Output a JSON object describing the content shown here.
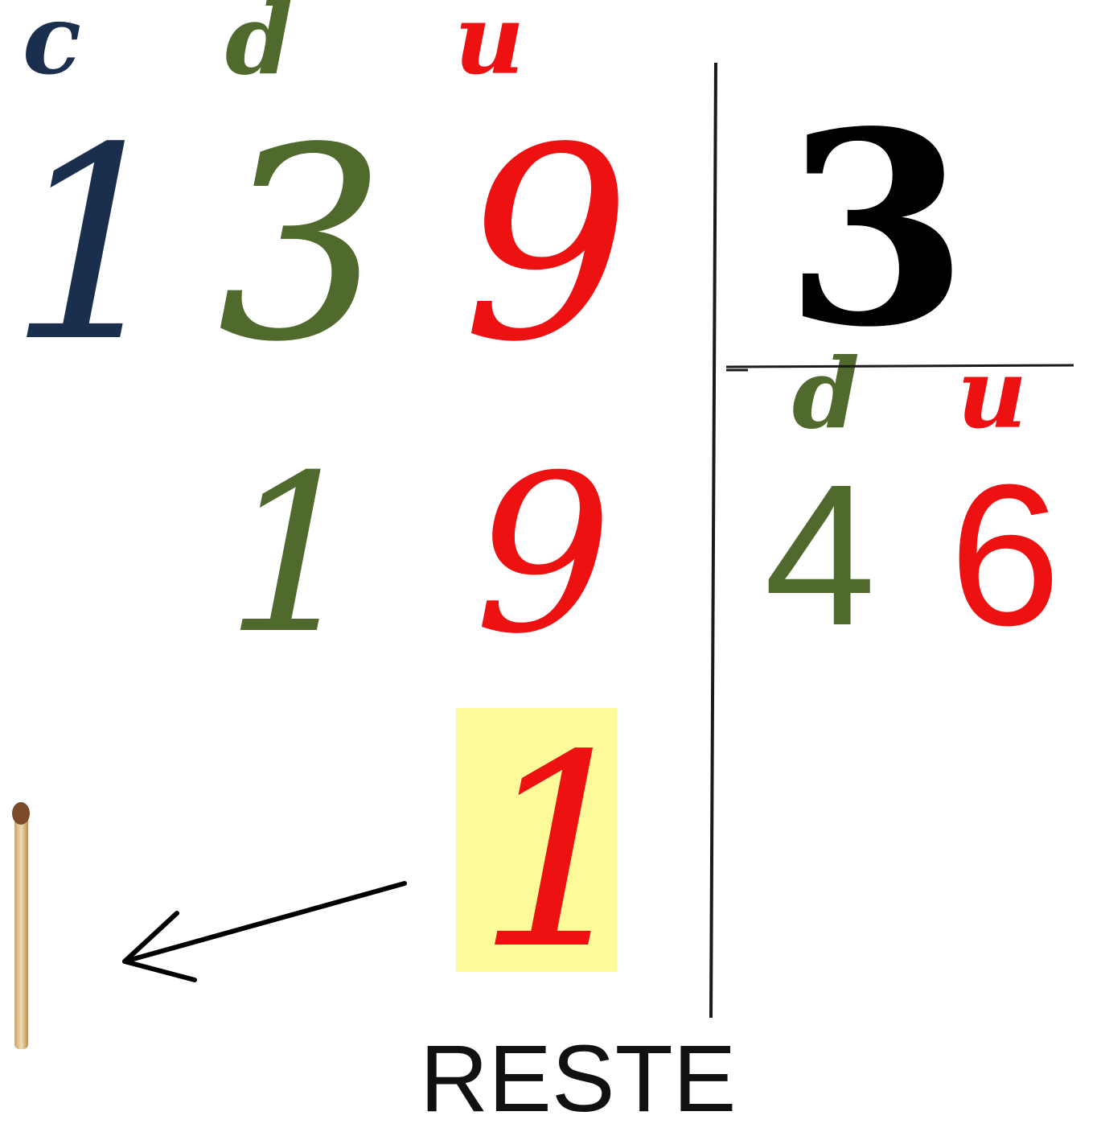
{
  "colors": {
    "centaines": "#1a2e4e",
    "dizaines": "#4f6a2c",
    "unites": "#ee1111",
    "divisor": "#000000",
    "reste_highlight": "#fdfa99",
    "lines": "#1a1a1a"
  },
  "dividend": {
    "labels": {
      "c": "c",
      "d": "d",
      "u": "u"
    },
    "digits": {
      "c": "1",
      "d": "3",
      "u": "9"
    }
  },
  "divisor": "3",
  "quotient": {
    "labels": {
      "d": "d",
      "u": "u"
    },
    "digits": {
      "d": "4",
      "u": "6"
    }
  },
  "partial": {
    "d": "1",
    "u": "9"
  },
  "remainder": {
    "value": "1",
    "label": "RESTE"
  },
  "icons": {
    "stick": "matchstick-icon",
    "arrow": "arrow-left-icon"
  }
}
